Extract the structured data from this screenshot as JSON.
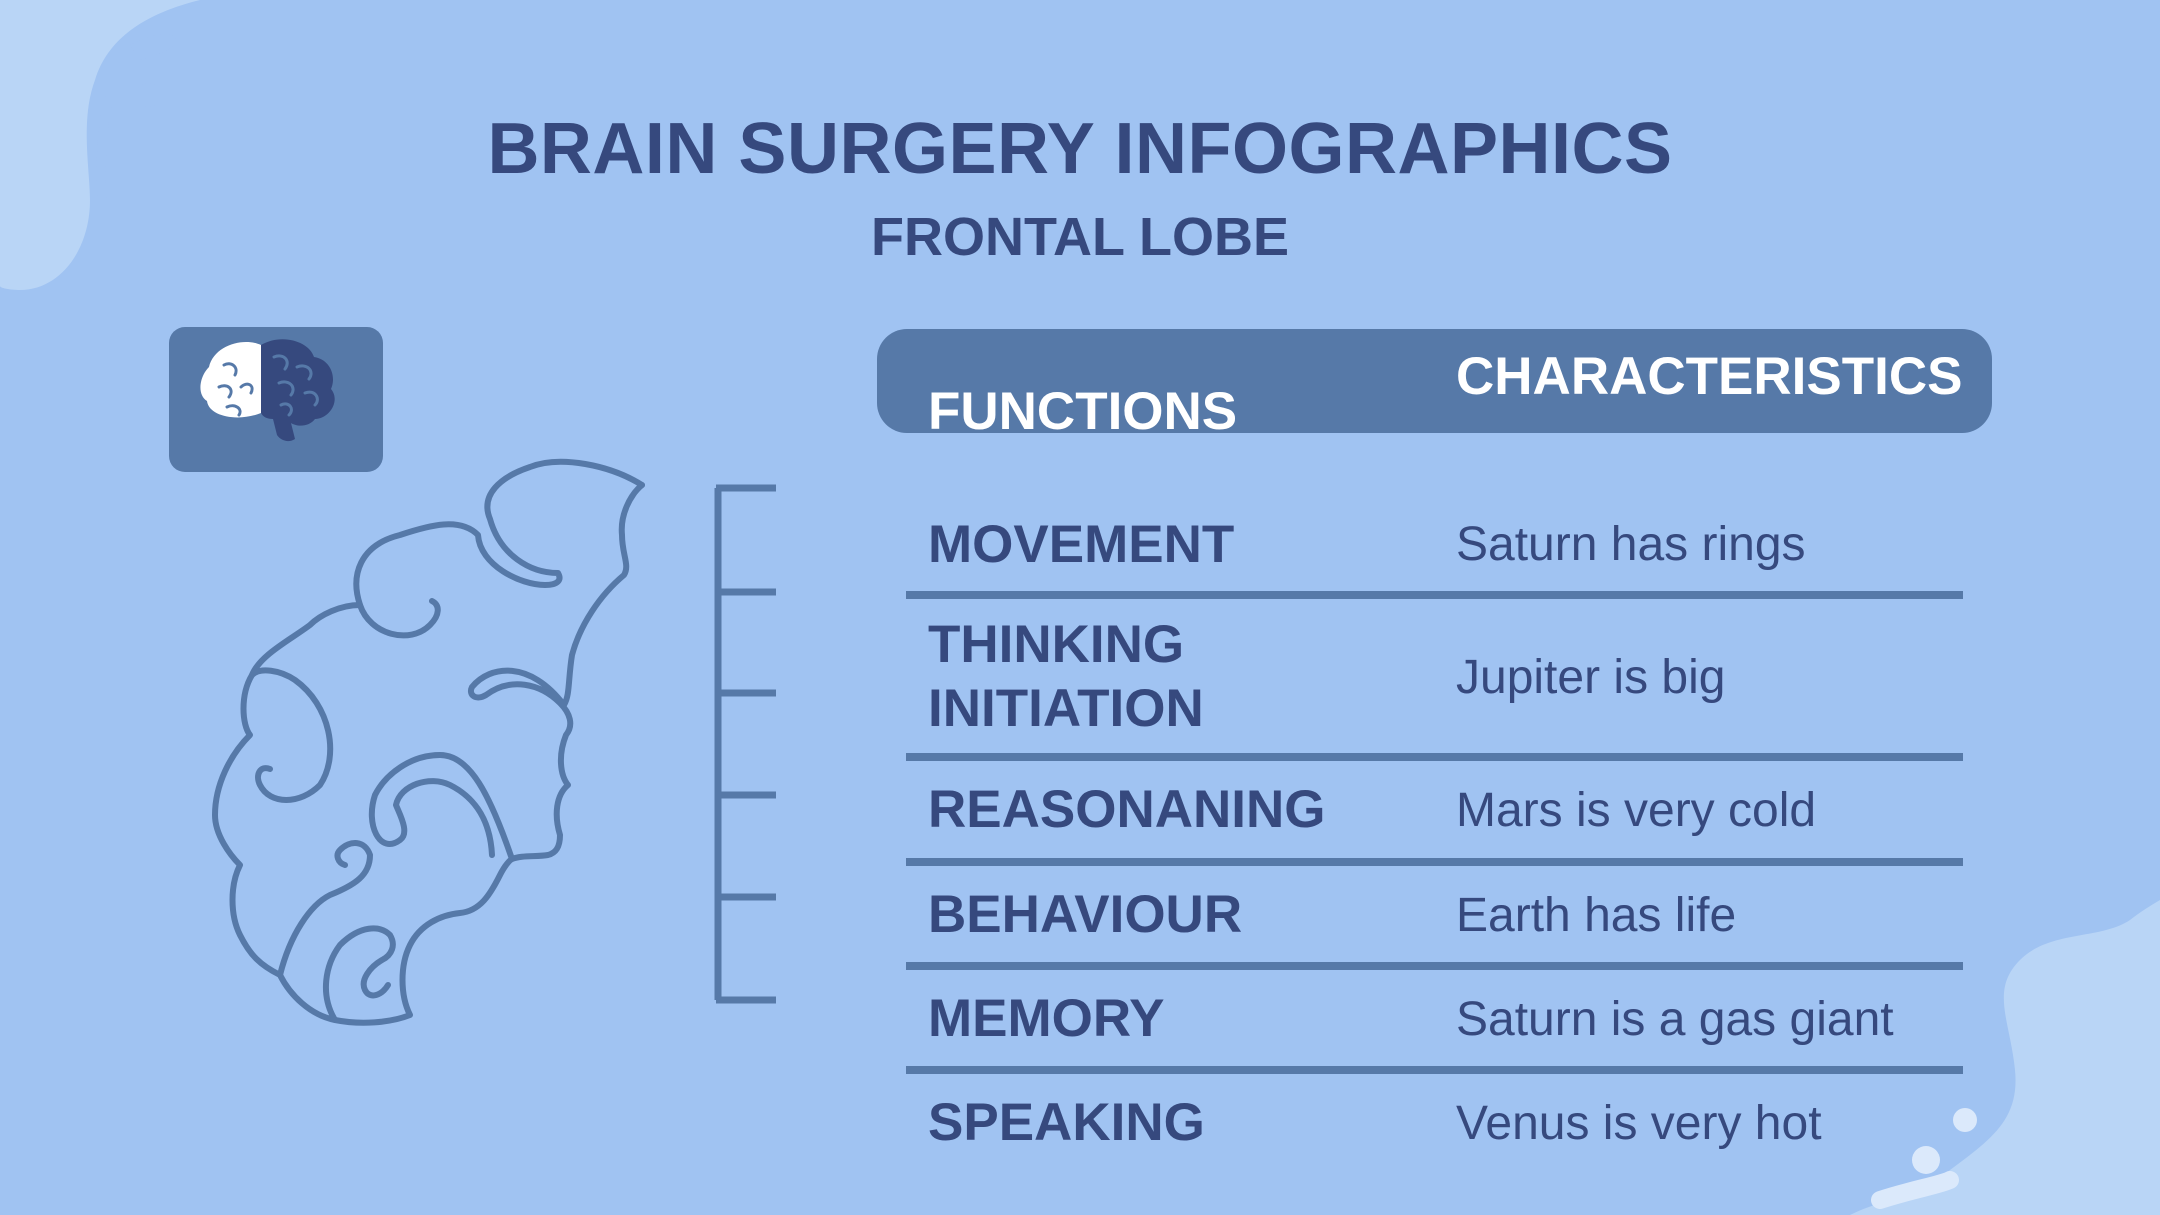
{
  "title": "BRAIN SURGERY INFOGRAPHICS",
  "subtitle": "FRONTAL LOBE",
  "table": {
    "headers": {
      "functions": "FUNCTIONS",
      "characteristics": "CHARACTERISTICS"
    },
    "rows": [
      {
        "function": "MOVEMENT",
        "characteristic": "Saturn has rings"
      },
      {
        "function": "THINKING INITIATION",
        "characteristic": "Jupiter is big"
      },
      {
        "function": "REASONANING",
        "characteristic": "Mars is very cold"
      },
      {
        "function": "BEHAVIOUR",
        "characteristic": "Earth has life"
      },
      {
        "function": "MEMORY",
        "characteristic": "Saturn is a gas giant"
      },
      {
        "function": "SPEAKING",
        "characteristic": "Venus is very hot"
      }
    ]
  },
  "colors": {
    "background": "#a0c3f2",
    "accent": "#5679a8",
    "text": "#36497e",
    "blob": "#b9d5f6"
  },
  "icons": [
    "brain-icon",
    "brain-outline-illustration",
    "bracket-decoration"
  ]
}
